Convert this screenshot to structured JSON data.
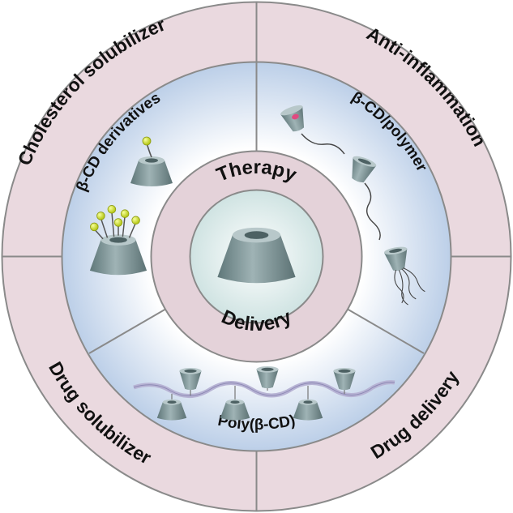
{
  "diagram": {
    "outer_ring": {
      "top_left": "Cholesterol solubilizer",
      "top_right": "Anti-inflammation",
      "bottom_left": "Drug solubilizer",
      "bottom_right": "Drug delivery"
    },
    "middle_ring": {
      "left": "β-CD derivatives",
      "right": "β-CD/polymer",
      "bottom": "Poly(β-CD)"
    },
    "inner_ring": {
      "top": "Therapy",
      "bottom": "Delivery"
    },
    "center": {
      "icon": "cyclodextrin-cone-icon"
    },
    "colors": {
      "outer_ring": "#ead9df",
      "middle_ring": "#c8d6ea",
      "inner_ring": "#e4d2d9",
      "center": "#e3efee",
      "cone": "#7d9496",
      "accent_ball": "#d8e830"
    }
  }
}
